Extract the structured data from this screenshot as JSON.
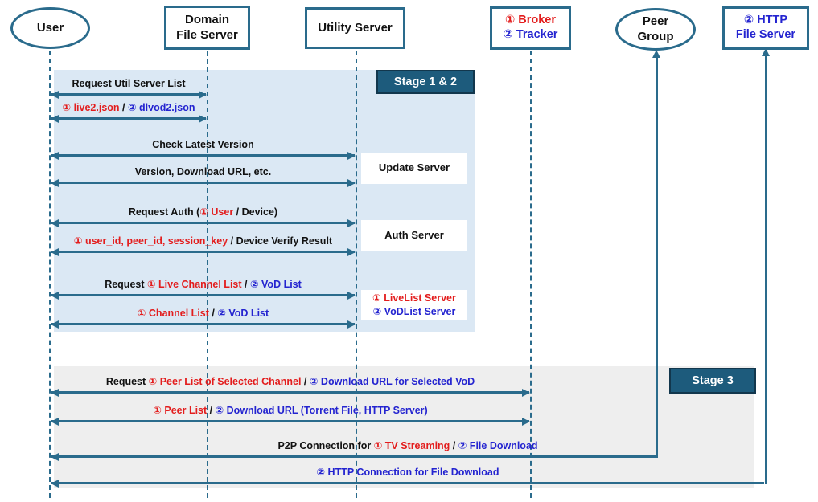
{
  "colors": {
    "red": "#e31d1d",
    "blue": "#2424d0",
    "black": "#111111",
    "teal_line": "#2a6b8c",
    "stage_label_bg": "#1d5b7c",
    "stage12_bg": "#dbe8f4",
    "stage3_bg": "#eeeeee"
  },
  "actors": {
    "user": {
      "shape": "ellipse",
      "lines": [
        [
          {
            "t": "User"
          }
        ]
      ]
    },
    "domain_file_server": {
      "shape": "rect",
      "lines": [
        [
          {
            "t": "Domain"
          }
        ],
        [
          {
            "t": "File Server"
          }
        ]
      ]
    },
    "utility_server": {
      "shape": "rect",
      "lines": [
        [
          {
            "t": "Utility Server"
          }
        ]
      ]
    },
    "broker_tracker": {
      "shape": "rect",
      "lines": [
        [
          {
            "t": "① Broker",
            "c": "red"
          }
        ],
        [
          {
            "t": "② Tracker",
            "c": "blue"
          }
        ]
      ]
    },
    "peer_group": {
      "shape": "ellipse",
      "lines": [
        [
          {
            "t": "Peer"
          }
        ],
        [
          {
            "t": "Group"
          }
        ]
      ]
    },
    "http_file_server": {
      "shape": "rect",
      "lines": [
        [
          {
            "t": "② HTTP",
            "c": "blue"
          }
        ],
        [
          {
            "t": "File Server",
            "c": "blue"
          }
        ]
      ]
    }
  },
  "stages": {
    "stage12_label": "Stage 1 & 2",
    "stage3_label": "Stage 3"
  },
  "side_boxes": {
    "update_server": {
      "lines": [
        [
          {
            "t": "Update Server"
          }
        ]
      ]
    },
    "auth_server": {
      "lines": [
        [
          {
            "t": "Auth Server"
          }
        ]
      ]
    },
    "list_servers": {
      "lines": [
        [
          {
            "t": "① LiveList Server",
            "c": "red"
          }
        ],
        [
          {
            "t": "② VoDList Server",
            "c": "blue"
          }
        ]
      ]
    }
  },
  "messages": [
    {
      "from": "user",
      "to": "domain_file_server",
      "parts": [
        {
          "t": "Request Util Server List"
        }
      ]
    },
    {
      "from": "user",
      "to": "domain_file_server",
      "parts": [
        {
          "t": "① live2.json",
          "c": "red"
        },
        {
          "t": " / "
        },
        {
          "t": "② dlvod2.json",
          "c": "blue"
        }
      ]
    },
    {
      "from": "user",
      "to": "utility_server",
      "parts": [
        {
          "t": "Check Latest Version"
        }
      ]
    },
    {
      "from": "user",
      "to": "utility_server",
      "parts": [
        {
          "t": "Version, Download URL, etc."
        }
      ]
    },
    {
      "from": "user",
      "to": "utility_server",
      "parts": [
        {
          "t": "Request Auth ("
        },
        {
          "t": "① User",
          "c": "red"
        },
        {
          "t": " / Device)"
        }
      ]
    },
    {
      "from": "user",
      "to": "utility_server",
      "parts": [
        {
          "t": "① user_id, peer_id, session_key",
          "c": "red"
        },
        {
          "t": " / Device Verify Result"
        }
      ]
    },
    {
      "from": "user",
      "to": "utility_server",
      "parts": [
        {
          "t": "Request "
        },
        {
          "t": "① Live Channel List",
          "c": "red"
        },
        {
          "t": " / "
        },
        {
          "t": "② VoD List",
          "c": "blue"
        }
      ]
    },
    {
      "from": "user",
      "to": "utility_server",
      "parts": [
        {
          "t": "① Channel List",
          "c": "red"
        },
        {
          "t": " / "
        },
        {
          "t": "② VoD List",
          "c": "blue"
        }
      ]
    },
    {
      "from": "user",
      "to": "broker_tracker",
      "parts": [
        {
          "t": "Request "
        },
        {
          "t": "① Peer List of Selected Channel",
          "c": "red"
        },
        {
          "t": " / "
        },
        {
          "t": "② Download URL for Selected VoD",
          "c": "blue"
        }
      ]
    },
    {
      "from": "user",
      "to": "broker_tracker",
      "parts": [
        {
          "t": "① Peer List",
          "c": "red"
        },
        {
          "t": " / "
        },
        {
          "t": "② Download URL (Torrent File, HTTP Server)",
          "c": "blue"
        }
      ]
    },
    {
      "from": "peer_group",
      "to": "user",
      "parts": [
        {
          "t": "P2P Connection for "
        },
        {
          "t": "① TV Streaming",
          "c": "red"
        },
        {
          "t": " / "
        },
        {
          "t": "② File Download",
          "c": "blue"
        }
      ]
    },
    {
      "from": "http_file_server",
      "to": "user",
      "parts": [
        {
          "t": "② HTTP Connection for File Download",
          "c": "blue"
        }
      ]
    }
  ]
}
